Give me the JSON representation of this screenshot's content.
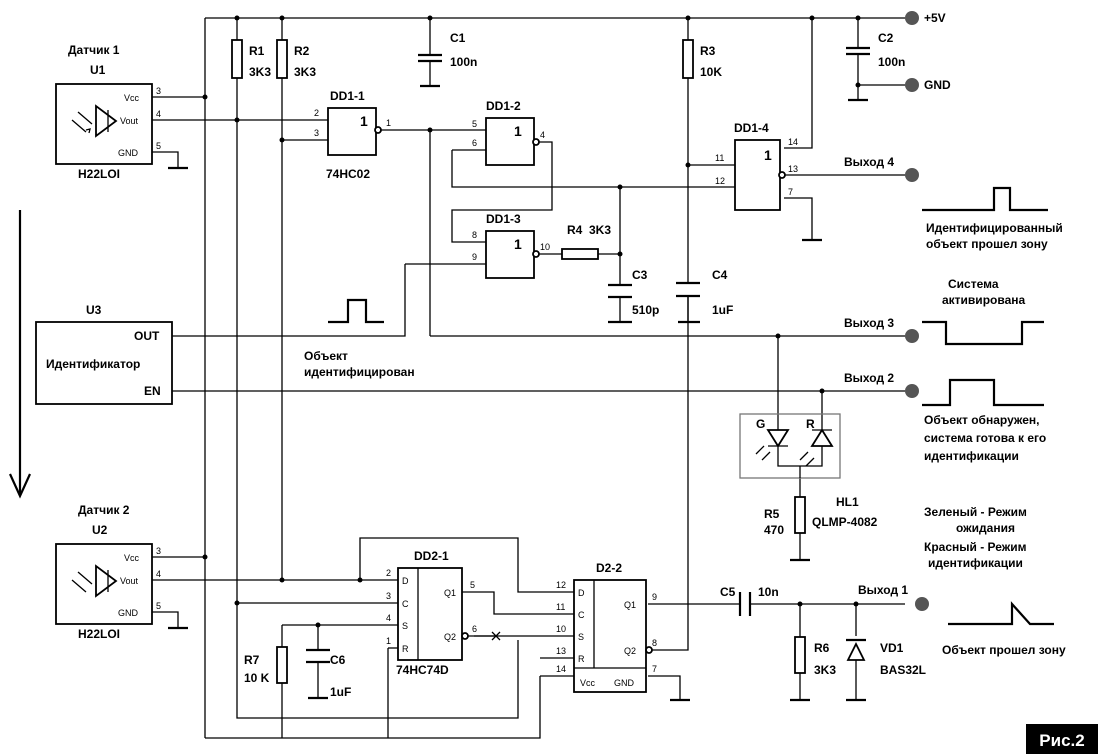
{
  "figure_label": "Рис.2",
  "power": {
    "vcc": "+5V",
    "gnd": "GND"
  },
  "sensor1": {
    "title": "Датчик 1",
    "ref": "U1",
    "part": "H22LOI",
    "pins": {
      "vcc": "Vcc",
      "vout": "Vout",
      "gnd": "GND"
    }
  },
  "sensor2": {
    "title": "Датчик 2",
    "ref": "U2",
    "part": "H22LOI",
    "pins": {
      "vcc": "Vcc",
      "vout": "Vout",
      "gnd": "GND"
    }
  },
  "identifier": {
    "ref": "U3",
    "name": "Идентификатор",
    "out": "OUT",
    "en": "EN"
  },
  "resistors": {
    "r1": {
      "ref": "R1",
      "value": "3K3"
    },
    "r2": {
      "ref": "R2",
      "value": "3K3"
    },
    "r3": {
      "ref": "R3",
      "value": "10K"
    },
    "r4": {
      "ref": "R4",
      "value": "3K3"
    },
    "r5": {
      "ref": "R5",
      "value": "470"
    },
    "r6": {
      "ref": "R6",
      "value": "3K3"
    },
    "r7": {
      "ref": "R7",
      "value": "10 K"
    }
  },
  "capacitors": {
    "c1": {
      "ref": "C1",
      "value": "100n"
    },
    "c2": {
      "ref": "C2",
      "value": "100n"
    },
    "c3": {
      "ref": "C3",
      "value": "510p"
    },
    "c4": {
      "ref": "C4",
      "value": "1uF"
    },
    "c5": {
      "ref": "C5",
      "value": "10n"
    },
    "c6": {
      "ref": "C6",
      "value": "1uF"
    }
  },
  "gates": {
    "dd1_1": {
      "ref": "DD1-1",
      "symbol": "1",
      "part": "74HC02"
    },
    "dd1_2": {
      "ref": "DD1-2",
      "symbol": "1"
    },
    "dd1_3": {
      "ref": "DD1-3",
      "symbol": "1"
    },
    "dd1_4": {
      "ref": "DD1-4",
      "symbol": "1"
    }
  },
  "flipflops": {
    "dd2_1": {
      "ref": "DD2-1",
      "part": "74HC74D",
      "pins": {
        "d": "D",
        "c": "C",
        "s": "S",
        "r": "R",
        "q1": "Q1",
        "q2": "Q2"
      }
    },
    "d2_2": {
      "ref": "D2-2",
      "pins": {
        "d": "D",
        "c": "C",
        "s": "S",
        "r": "R",
        "q1": "Q1",
        "q2": "Q2",
        "vcc": "Vcc",
        "gnd": "GND"
      }
    }
  },
  "led": {
    "ref": "HL1",
    "part": "QLMP-4082",
    "g": "G",
    "r": "R"
  },
  "diode": {
    "ref": "VD1",
    "part": "BAS32L"
  },
  "outputs": {
    "out1": "Выход 1",
    "out2": "Выход 2",
    "out3": "Выход 3",
    "out4": "Выход 4"
  },
  "notes": {
    "out4_line1": "Идентифицированный",
    "out4_line2": "объект прошел зону",
    "out3_line1": "Система",
    "out3_line2": "активирована",
    "out2_line1": "Объект обнаружен,",
    "out2_line2": "система готова к его",
    "out2_line3": "идентификации",
    "ident_line1": "Объект",
    "ident_line2": "идентифицирован",
    "mode_green1": "Зеленый - Режим",
    "mode_green2": "ожидания",
    "mode_red1": "Красный - Режим",
    "mode_red2": "идентификации",
    "out1_line1": "Объект прошел зону"
  },
  "pin_numbers": {
    "u1_vcc": "3",
    "u1_vout": "4",
    "u1_gnd": "5",
    "u2_vcc": "3",
    "u2_vout": "4",
    "u2_gnd": "5",
    "dd11_in_a": "2",
    "dd11_in_b": "3",
    "dd11_out": "1",
    "dd12_in_a": "5",
    "dd12_in_b": "6",
    "dd12_out": "4",
    "dd13_in_a": "8",
    "dd13_in_b": "9",
    "dd13_out": "10",
    "dd14_in_a": "11",
    "dd14_in_b": "12",
    "dd14_vcc": "14",
    "dd14_out": "13",
    "dd14_gnd": "7",
    "dd21_d": "2",
    "dd21_c": "3",
    "dd21_s": "4",
    "dd21_r": "1",
    "dd21_q1": "5",
    "dd21_q2": "6",
    "d22_d": "12",
    "d22_c": "11",
    "d22_s": "10",
    "d22_r": "13",
    "d22_vcc": "14",
    "d22_q1": "9",
    "d22_q2": "8",
    "d22_gnd": "7"
  }
}
